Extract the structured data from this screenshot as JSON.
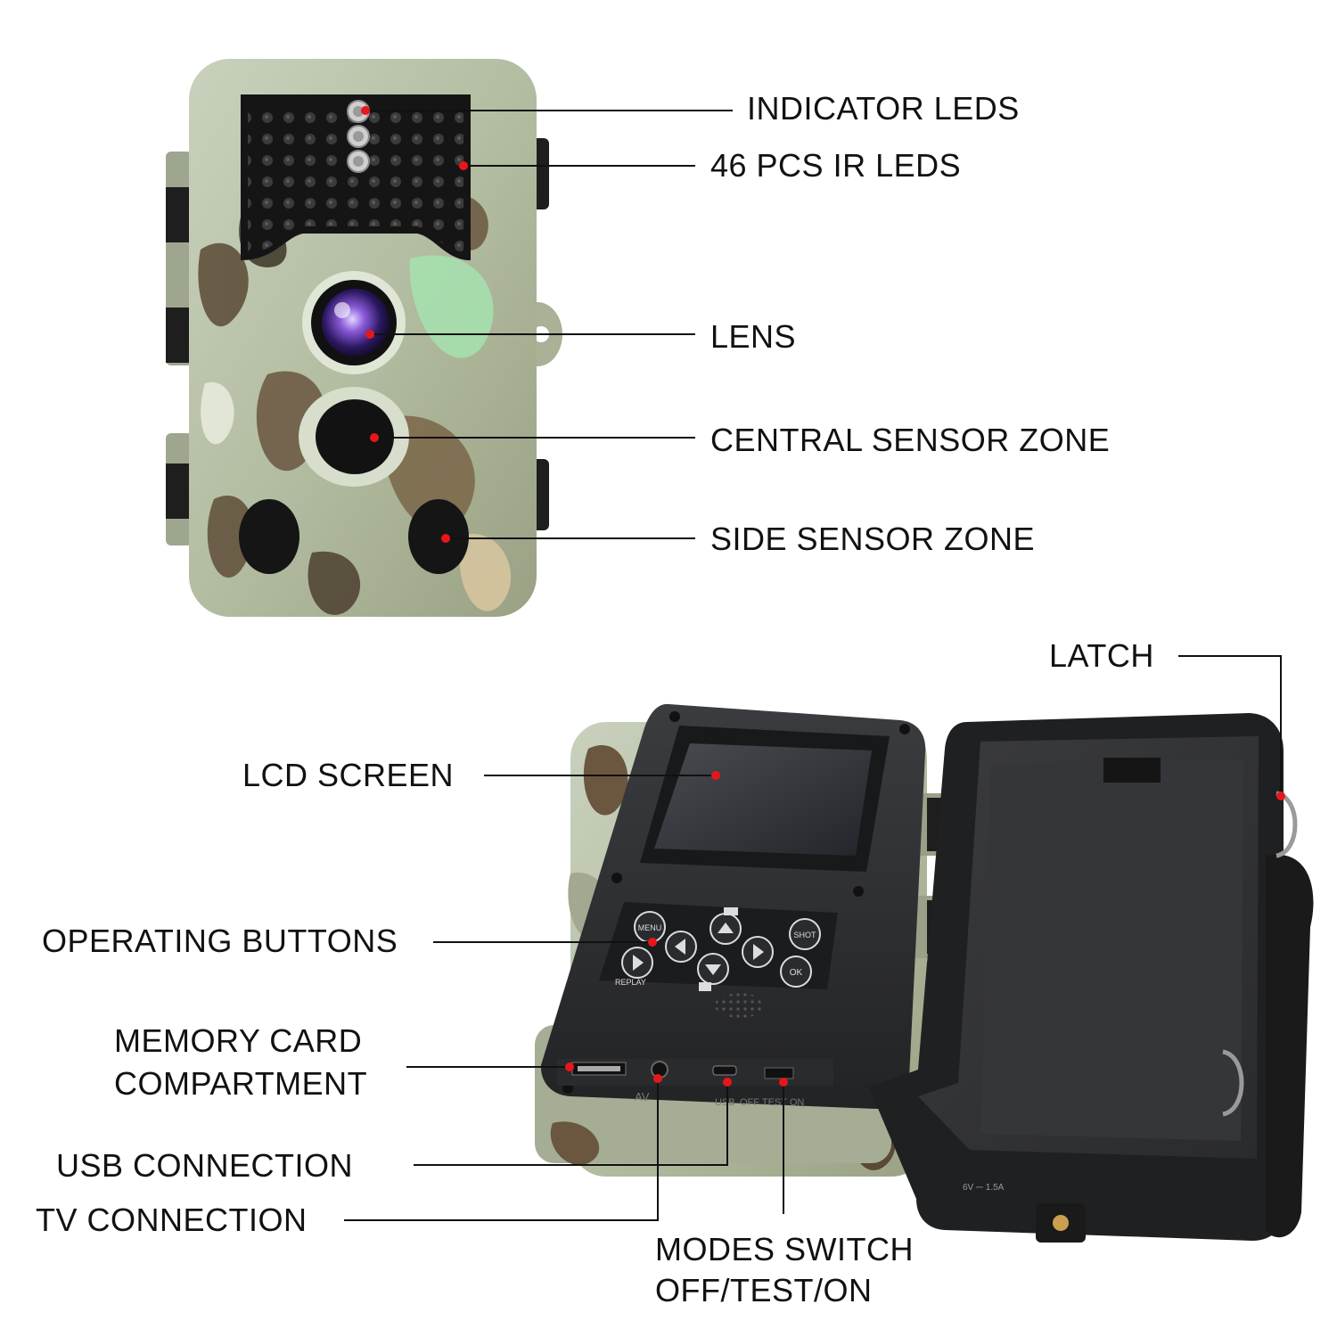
{
  "labels": {
    "indicator_leds": "INDICATOR LEDS",
    "ir_leds": "46 PCS IR LEDS",
    "lens": "LENS",
    "central_sensor": "CENTRAL SENSOR ZONE",
    "side_sensor": "SIDE SENSOR ZONE",
    "latch": "LATCH",
    "lcd_screen": "LCD SCREEN",
    "operating_buttons": "OPERATING BUTTONS",
    "memory_card_line1": "MEMORY CARD",
    "memory_card_line2": "COMPARTMENT",
    "usb_connection": "USB CONNECTION",
    "tv_connection": "TV CONNECTION",
    "modes_switch_line1": "MODES SWITCH",
    "modes_switch_line2": "OFF/TEST/ON"
  },
  "buttons": {
    "menu": "MENU",
    "shot": "SHOT",
    "ok": "OK",
    "replay": "REPLAY"
  },
  "ports": {
    "av": "AV",
    "usb": "USB",
    "switch": "OFF TEST ON",
    "power": "6V ⎓ 1.5A"
  },
  "colors": {
    "callout_dot": "#e8161b",
    "camo_base": "#b9c2aa",
    "camera_body": "#2b2c2e"
  }
}
